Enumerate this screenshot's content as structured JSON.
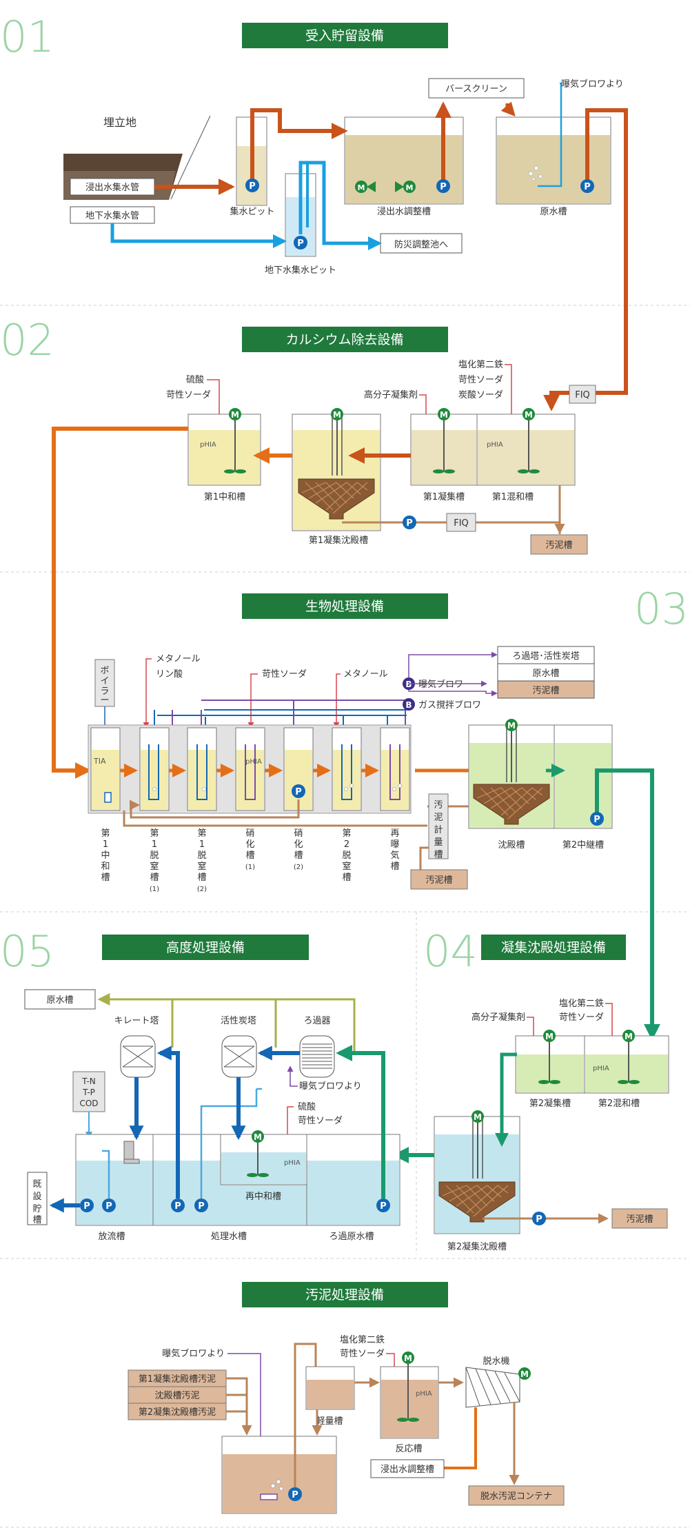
{
  "colors": {
    "brand_green": "#1f7a3c",
    "section_number": "#9bd4a6",
    "leachate_pipe": "#c9531b",
    "bio_pipe": "#e56f17",
    "groundwater_pipe": "#1aa0e0",
    "treated_pipe": "#1a9a6c",
    "sludge_pipe": "#b98458",
    "air_line": "#7d4aa6",
    "chemical_line": "#d9474e",
    "pump_blue": "#1367b5",
    "mixer_green": "#1f8a3c"
  },
  "sections": {
    "s01": {
      "number": "01",
      "title": "受入貯留設備"
    },
    "s02": {
      "number": "02",
      "title": "カルシウム除去設備"
    },
    "s03": {
      "number": "03",
      "title": "生物処理設備"
    },
    "s04": {
      "number": "04",
      "title": "凝集沈殿処理設備"
    },
    "s05": {
      "number": "05",
      "title": "高度処理設備"
    },
    "s06": {
      "title": "汚泥処理設備"
    }
  },
  "symbols": {
    "pump": "P",
    "mixer": "M",
    "blower": "B",
    "valve_motor": "M"
  },
  "s01": {
    "landfill": "埋立地",
    "leachate_pipe": "浸出水集水管",
    "groundwater_pipe": "地下水集水管",
    "collection_pit": "集水ピット",
    "groundwater_pit": "地下水集水ピット",
    "disaster_pond": "防災調整池へ",
    "bar_screen": "バースクリーン",
    "adjust_tank": "浸出水調整槽",
    "aeration_from": "曝気ブロワより",
    "raw_tank": "原水槽"
  },
  "s02": {
    "sulfuric": "硫酸",
    "caustic": "苛性ソーダ",
    "polymer": "高分子凝集剤",
    "ferric": "塩化第二鉄",
    "caustic2": "苛性ソーダ",
    "carbonate": "炭酸ソーダ",
    "fiq": "FIQ",
    "fiq2": "FIQ",
    "phia": "pHIA",
    "phia2": "pHIA",
    "neutral1": "第1中和槽",
    "settling1": "第1凝集沈殿槽",
    "coag1": "第1凝集槽",
    "mix1": "第1混和槽",
    "sludge_tank": "汚泥槽"
  },
  "s03": {
    "boiler": "ボイラー",
    "methanol": "メタノール",
    "phosphoric": "リン酸",
    "caustic": "苛性ソーダ",
    "methanol2": "メタノール",
    "aeration_blower": "曝気ブロワ",
    "gas_blower": "ガス撹拌ブロワ",
    "filter_carbon": "ろ過塔･活性炭塔",
    "raw_tank": "原水槽",
    "sludge_tank": "汚泥槽",
    "sludge_meter": "汚泥計量槽",
    "sludge_tank2": "汚泥槽",
    "tia": "TIA",
    "phia": "pHIA",
    "tanks": [
      "第1中和槽",
      "第1脱窒槽(1)",
      "第1脱窒槽(2)",
      "硝化槽(1)",
      "硝化槽(2)",
      "第2脱窒槽",
      "再曝気槽"
    ],
    "settling": "沈殿槽",
    "relay2": "第2中継槽"
  },
  "s04": {
    "polymer": "高分子凝集剤",
    "ferric": "塩化第二鉄",
    "caustic": "苛性ソーダ",
    "phia": "pHIA",
    "coag2": "第2凝集槽",
    "mix2": "第2混和槽",
    "settling2": "第2凝集沈殿槽",
    "sludge_tank": "汚泥槽"
  },
  "s05": {
    "raw_tank": "原水槽",
    "chelate": "キレート塔",
    "carbon": "活性炭塔",
    "filter": "ろ過器",
    "aeration_from": "曝気ブロワより",
    "sulfuric": "硫酸",
    "caustic": "苛性ソーダ",
    "analyzer": [
      "T-N",
      "T-P",
      "COD"
    ],
    "existing_tank": "既設貯槽",
    "reneutral": "再中和槽",
    "phia": "pHIA",
    "discharge": "放流槽",
    "treated": "処理水槽",
    "filter_raw": "ろ過原水槽"
  },
  "s06": {
    "aeration_from": "曝気ブロワより",
    "sources": [
      "第1凝集沈殿槽汚泥",
      "沈殿槽汚泥",
      "第2凝集沈殿槽汚泥"
    ],
    "ferric": "塩化第二鉄",
    "caustic": "苛性ソーダ",
    "measure": "軽量槽",
    "reaction": "反応槽",
    "phia": "pHIA",
    "dewater": "脱水機",
    "adjust_tank": "浸出水調整槽",
    "container": "脱水汚泥コンテナ"
  }
}
